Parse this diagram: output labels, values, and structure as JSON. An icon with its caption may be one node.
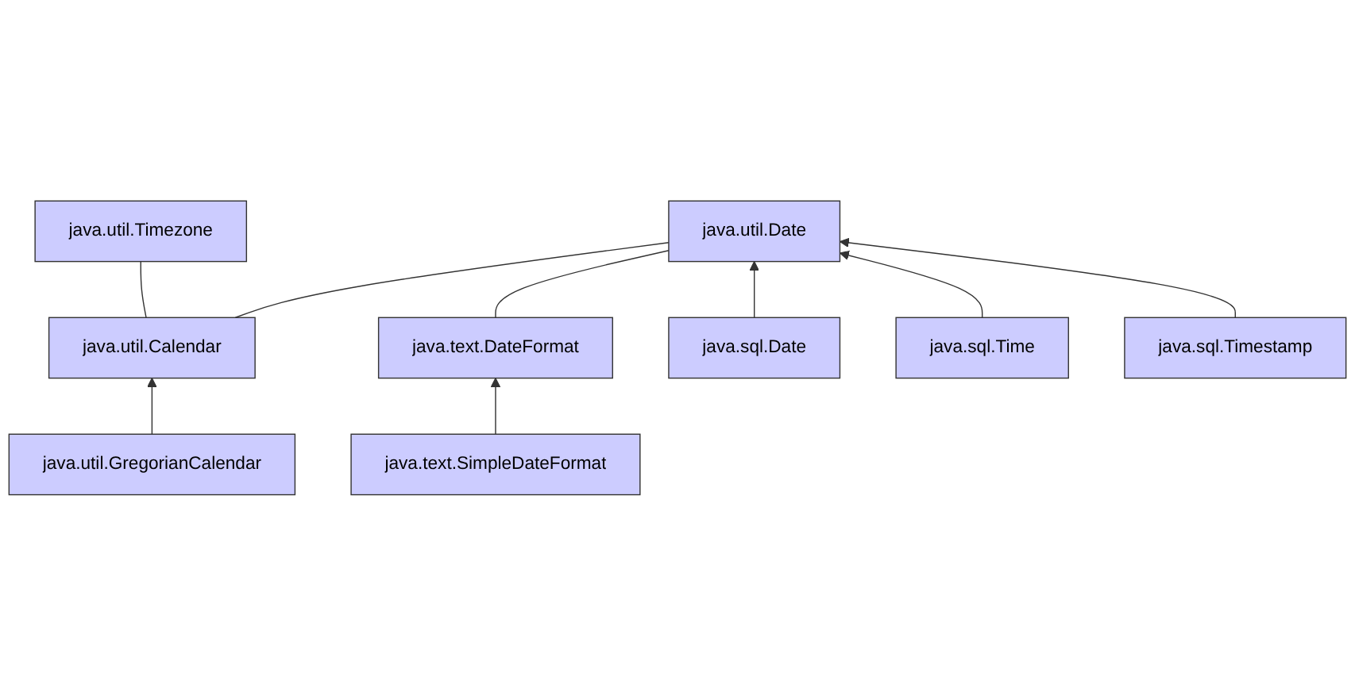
{
  "diagram": {
    "nodes": [
      {
        "text": [
          "java.util.Timezone"
        ]
      },
      {
        "text": [
          "java.util.Calendar"
        ]
      },
      {
        "text": [
          "java.util.Date"
        ]
      },
      {
        "text": [
          "java.text.DateFormat"
        ]
      },
      {
        "text": [
          "java.sql.Date"
        ]
      },
      {
        "text": [
          "java.sql.Time"
        ]
      },
      {
        "text": [
          "java.sql.Timestamp"
        ]
      },
      {
        "text": [
          "java.util.GregorianCalendar"
        ]
      },
      {
        "text": [
          "java.text.SimpleDateFormat"
        ]
      }
    ],
    "edges": [
      {
        "from": 1,
        "to": 0,
        "arrow": "none"
      },
      {
        "from": 1,
        "to": 2,
        "arrow": "none"
      },
      {
        "from": 3,
        "to": 2,
        "arrow": "none"
      },
      {
        "from": 4,
        "to": 2,
        "arrow": "to"
      },
      {
        "from": 5,
        "to": 2,
        "arrow": "to"
      },
      {
        "from": 6,
        "to": 2,
        "arrow": "to"
      },
      {
        "from": 7,
        "to": 1,
        "arrow": "to"
      },
      {
        "from": 8,
        "to": 3,
        "arrow": "to"
      }
    ]
  }
}
